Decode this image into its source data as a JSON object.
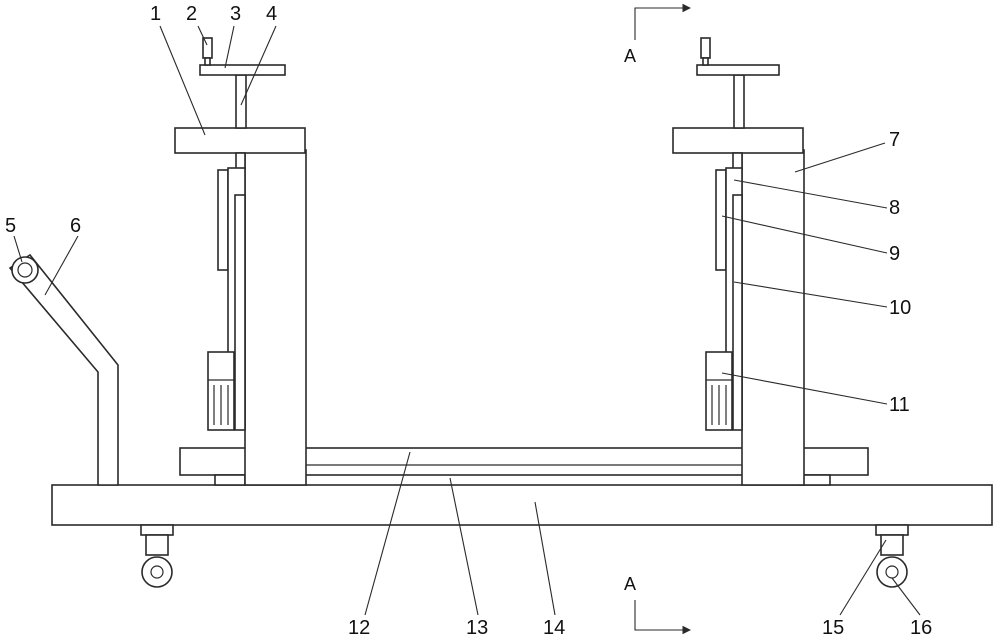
{
  "labels": {
    "l1": "1",
    "l2": "2",
    "l3": "3",
    "l4": "4",
    "l5": "5",
    "l6": "6",
    "l7": "7",
    "l8": "8",
    "l9": "9",
    "l10": "10",
    "l11": "11",
    "l12": "12",
    "l13": "13",
    "l14": "14",
    "l15": "15",
    "l16": "16"
  },
  "section": {
    "top": "A",
    "bottom": "A"
  }
}
